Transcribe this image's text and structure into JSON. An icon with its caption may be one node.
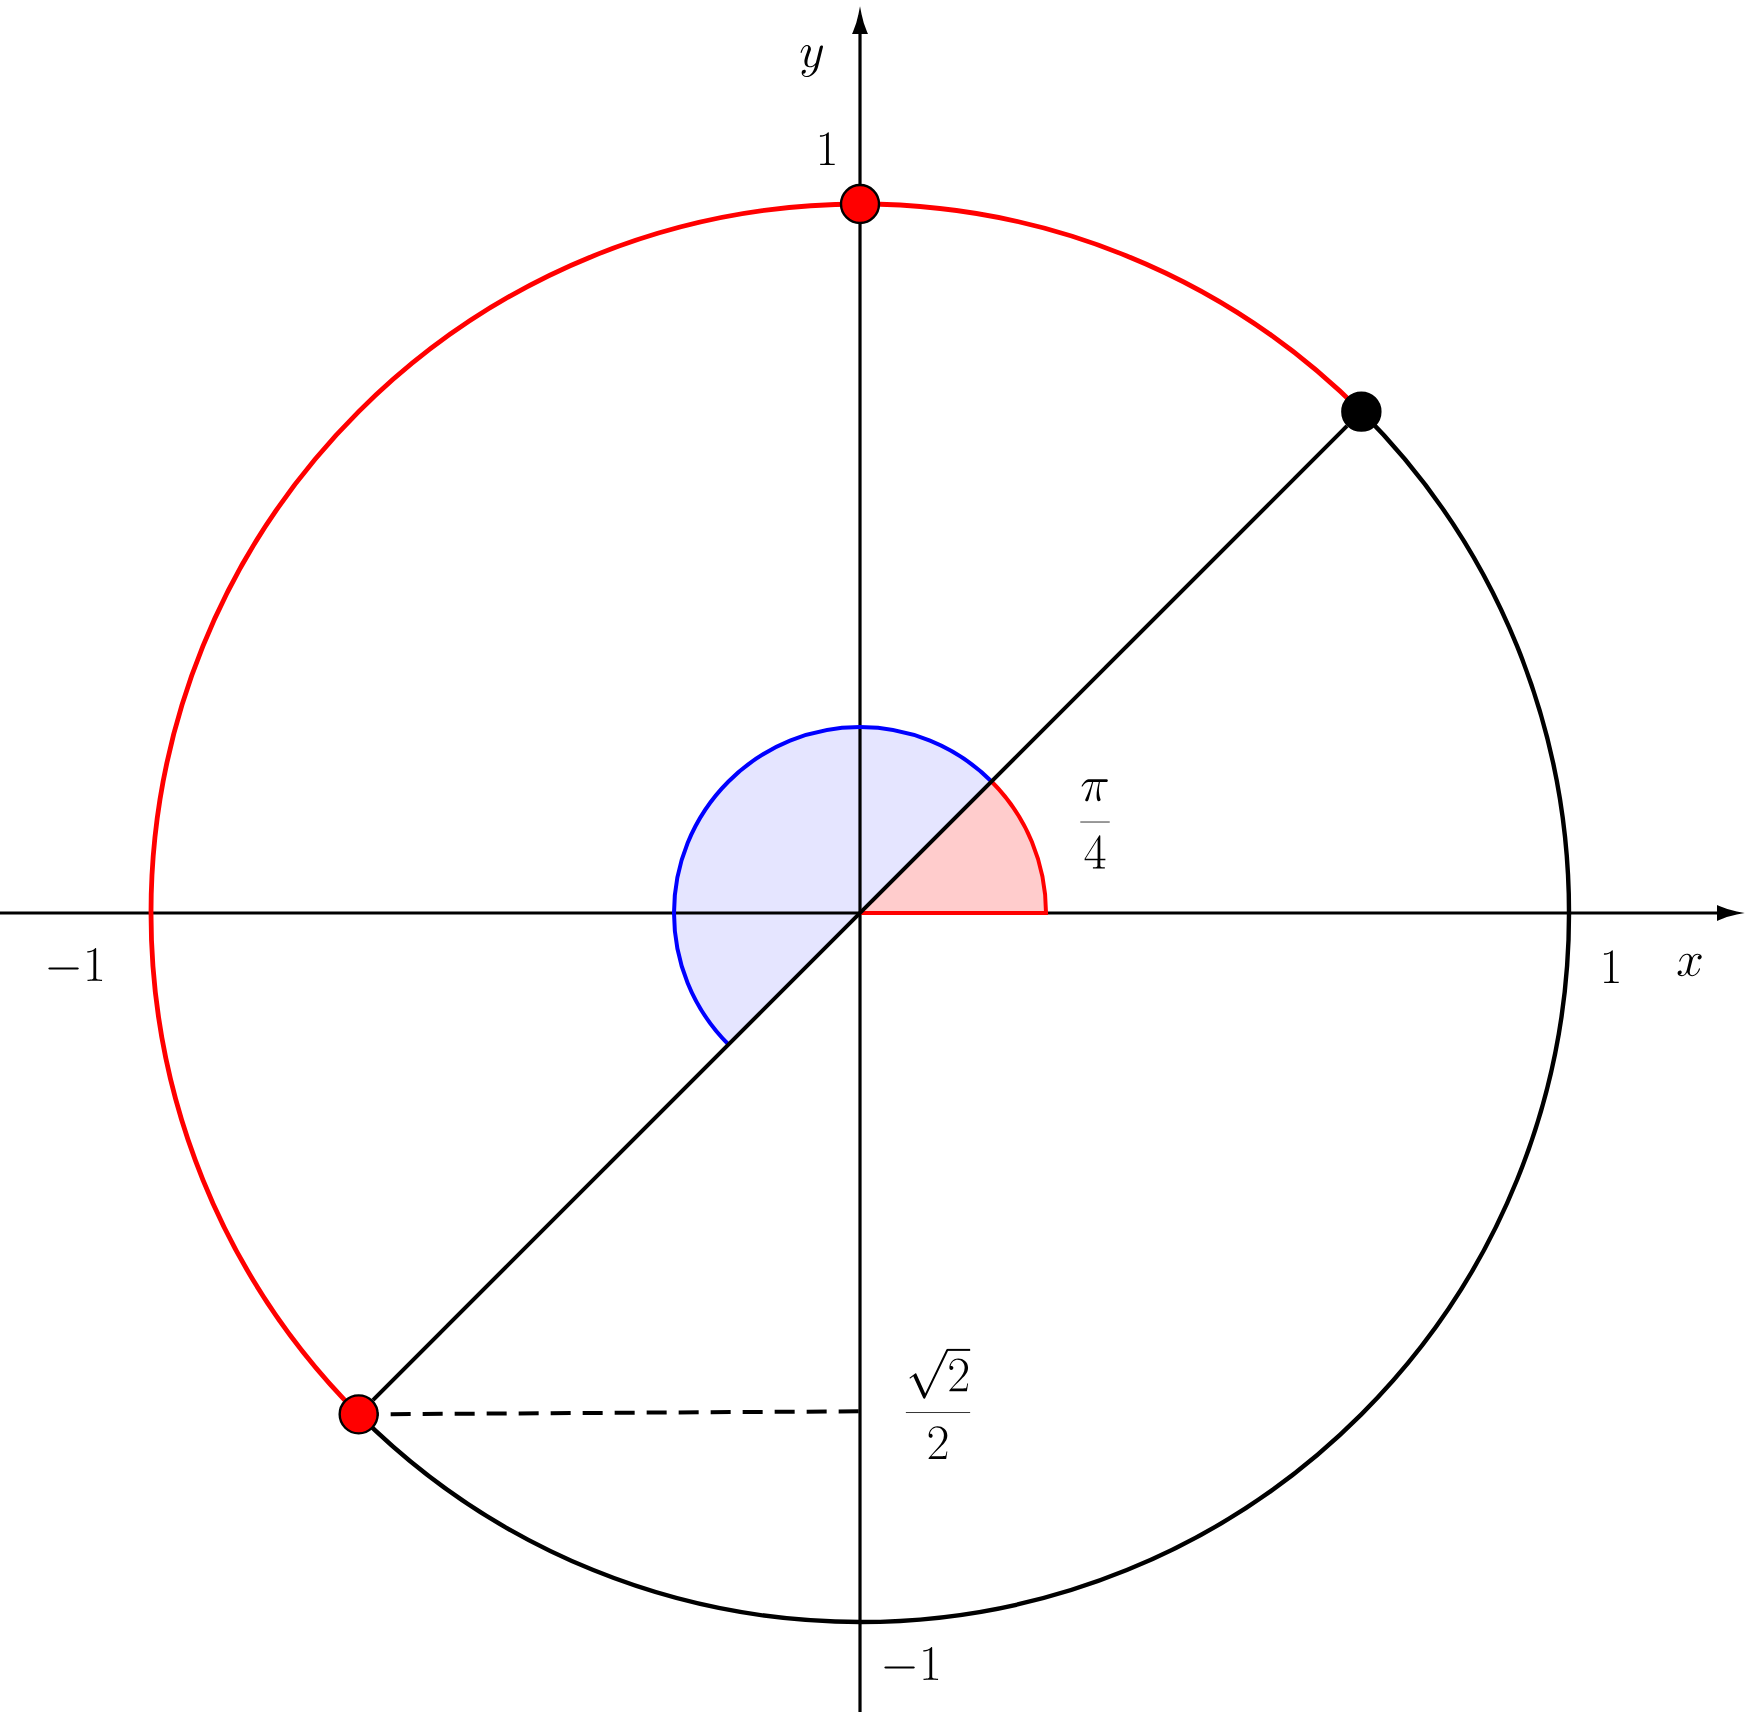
{
  "diagram": {
    "nodes": [
      {
        "text": [],
        "shape": "circle"
      },
      {
        "text": [],
        "shape": "circle"
      },
      {
        "text": [],
        "shape": "circle"
      }
    ],
    "edges": [
      {
        "from": 1,
        "to": 2,
        "arrow": "none"
      }
    ],
    "labels": [
      "y",
      "1",
      "\\frac{\\pi}{4}",
      "-1",
      "1",
      "x",
      "\\frac{\\sqrt{2}}{2}",
      "-1"
    ]
  }
}
